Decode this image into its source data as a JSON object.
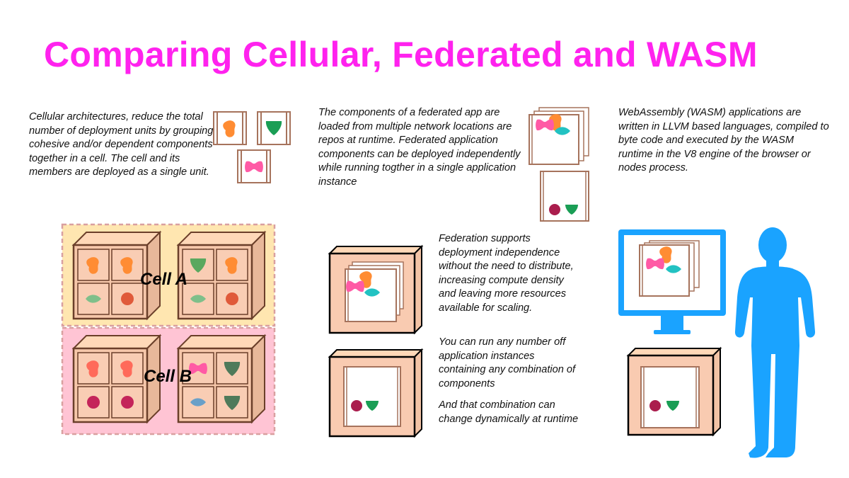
{
  "title": "Comparing Cellular, Federated and WASM",
  "cellular": {
    "description": "Cellular architectures, reduce the total number of deployment units by grouping cohesive and/or dependent components together in a cell. The cell and its members are deployed as a single unit.",
    "cell_a_label": "Cell A",
    "cell_b_label": "Cell B"
  },
  "federated": {
    "description": "The components of a federated app are loaded from multiple network locations are repos at runtime. Federated application components can be deployed independently while running togther in a single application instance",
    "note_independence": "Federation supports deployment independence without the need to distribute, increasing compute density and leaving more resources available for scaling.",
    "note_instances": "You can run any number off application instances containing any combination of components",
    "note_dynamic": "And that combination can change dynamically at runtime"
  },
  "wasm": {
    "description": "WebAssembly (WASM) applications are written in LLVM based languages, compiled to byte code and executed by the WASM runtime in the V8 engine of the browser or nodes process."
  },
  "colors": {
    "title": "#ff22ee",
    "cell_a_fill": "#ffe6b0",
    "cell_b_fill": "#ffc4d4",
    "box_frame": "#a6735c",
    "person_and_monitor": "#1aa3ff",
    "orange_component": "#ff8c33",
    "green_component": "#1a9e55",
    "teal_component": "#22c2c2",
    "pink_component": "#ff5aa5",
    "maroon_component": "#aa1d4d",
    "red_component": "#e05a3a"
  }
}
